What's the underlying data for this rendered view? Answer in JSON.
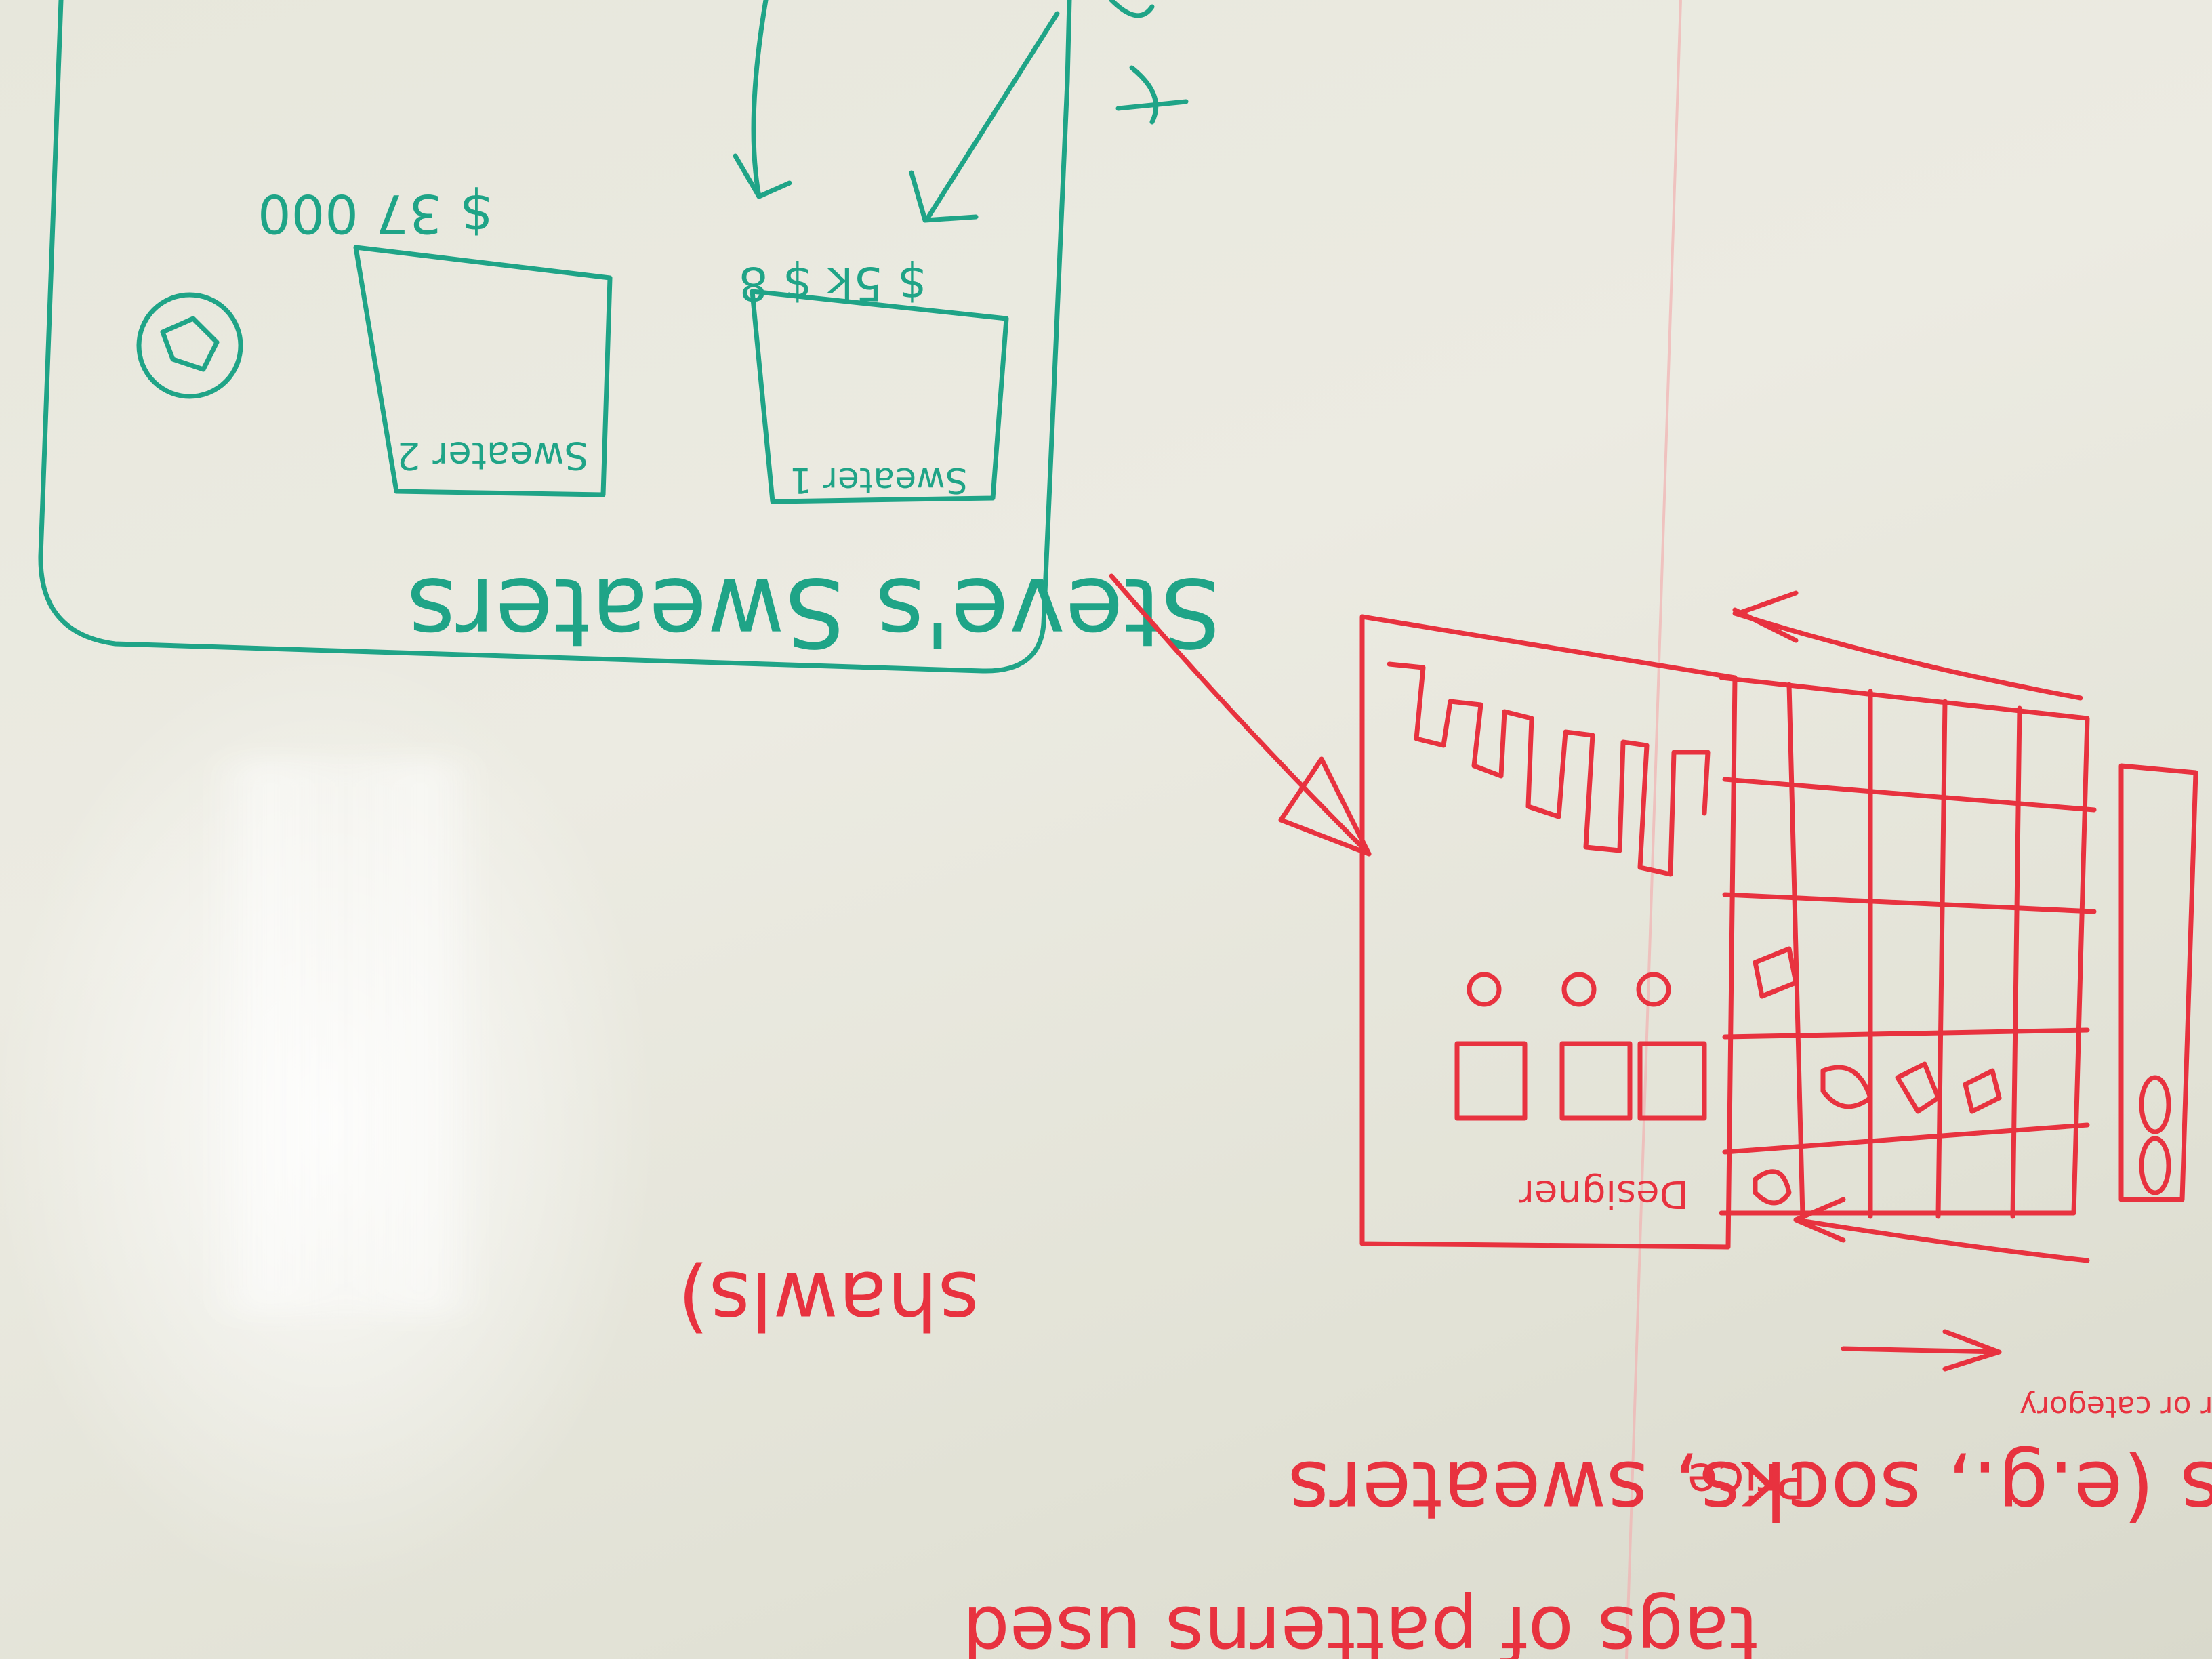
{
  "image_description_labels": {
    "green_sketch": {
      "shop_name": "Steve's Sweaters",
      "price_left": "$ 37 000",
      "price_right": "$ 5k $ 8",
      "item_left": "Sweater 2",
      "item_right": "Sweater 1"
    },
    "red_sketch": {
      "sidebar_label": "Designer"
    },
    "notes": {
      "designer_category": "designer or category",
      "price": "Price",
      "categories": "categories (e.g., socks, sweaters",
      "shawls": "shawls)",
      "tags": "tags of patterns used"
    }
  },
  "colors": {
    "red_marker": "#e8323f",
    "green_marker": "#1fa487",
    "board": "#e9e9df"
  }
}
